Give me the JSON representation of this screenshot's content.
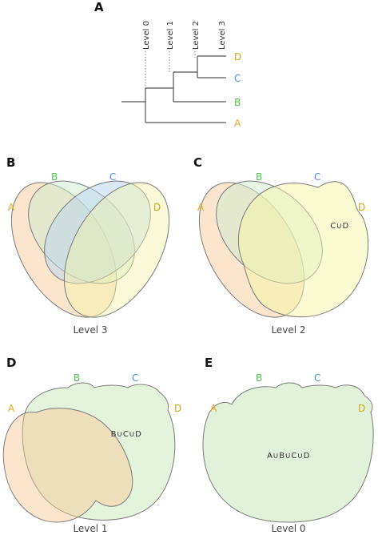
{
  "colors": {
    "A": "#e8a62a",
    "B": "#4fc24f",
    "C": "#4a8fe0",
    "D": "#d0a81a",
    "fill_A": "#f7c891",
    "fill_B": "#cdeccd",
    "fill_C": "#b8d4f0",
    "fill_D": "#f5f5a8",
    "fill_merged": "#dff1d6"
  },
  "panel_a": {
    "letter": "A",
    "levels": [
      "Level 0",
      "Level 1",
      "Level 2",
      "Level 3"
    ],
    "leaves": [
      "D",
      "C",
      "B",
      "A"
    ]
  },
  "panels": [
    {
      "letter": "B",
      "caption": "Level 3",
      "sets": [
        "A",
        "B",
        "C",
        "D"
      ],
      "union": ""
    },
    {
      "letter": "C",
      "caption": "Level 2",
      "sets": [
        "A",
        "B",
        "C",
        "D"
      ],
      "union": "C∪D"
    },
    {
      "letter": "D",
      "caption": "Level 1",
      "sets": [
        "A",
        "B",
        "C",
        "D"
      ],
      "union": "B∪C∪D"
    },
    {
      "letter": "E",
      "caption": "Level 0",
      "sets": [
        "A",
        "B",
        "C",
        "D"
      ],
      "union": "A∪B∪C∪D"
    }
  ]
}
